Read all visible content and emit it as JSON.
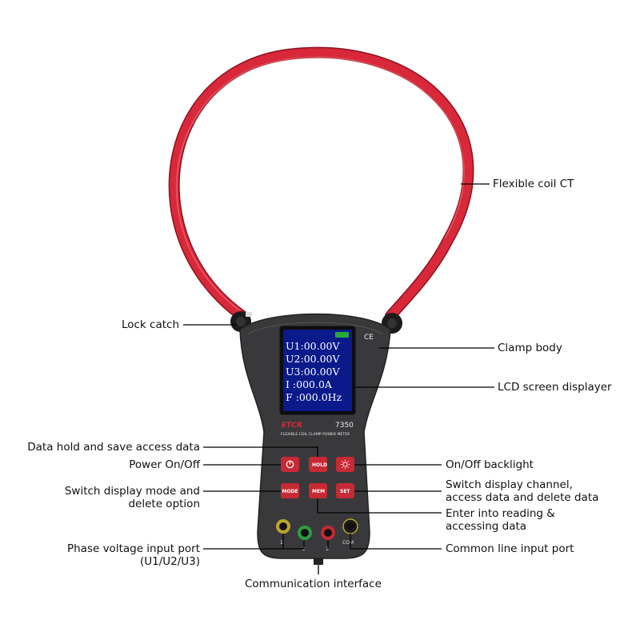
{
  "device": {
    "brand": "ETCR",
    "model": "7350",
    "subtitle": "FLEXIBLE COIL CLAMP POWER METER",
    "ce_mark": "CE",
    "lcd_lines": [
      "U1:00.00V",
      "U2:00.00V",
      "U3:00.00V",
      "I  :000.0A",
      "F  :000.0Hz"
    ],
    "buttons": {
      "hold": "HOLD",
      "mode": "MODE",
      "mem": "MEM",
      "set": "SET"
    },
    "port_labels": [
      "1",
      "2",
      "3",
      "COM"
    ],
    "colors": {
      "coil": "#d8283a",
      "body": "#3a3a3c",
      "button": "#c62a35",
      "port_black": "#1a1a1a",
      "port_green": "#2e9a47",
      "port_red": "#c62a35",
      "port_yellow": "#b9a52a"
    }
  },
  "callouts": {
    "flexible_coil": "Flexible coil CT",
    "lock_catch": "Lock catch",
    "clamp_body": "Clamp body",
    "lcd_screen": "LCD screen displayer",
    "data_hold": "Data hold and save access data",
    "power": "Power On/Off",
    "backlight": "On/Off backlight",
    "switch_mode_1": "Switch display mode and",
    "switch_mode_2": "delete option",
    "switch_channel_1": "Switch display channel,",
    "switch_channel_2": "access data and delete data",
    "enter_reading_1": "Enter into reading &",
    "enter_reading_2": "accessing data",
    "phase_voltage_1": "Phase voltage input port",
    "phase_voltage_2": "(U1/U2/U3)",
    "common_line": "Common line input port",
    "communication": "Communication interface"
  }
}
